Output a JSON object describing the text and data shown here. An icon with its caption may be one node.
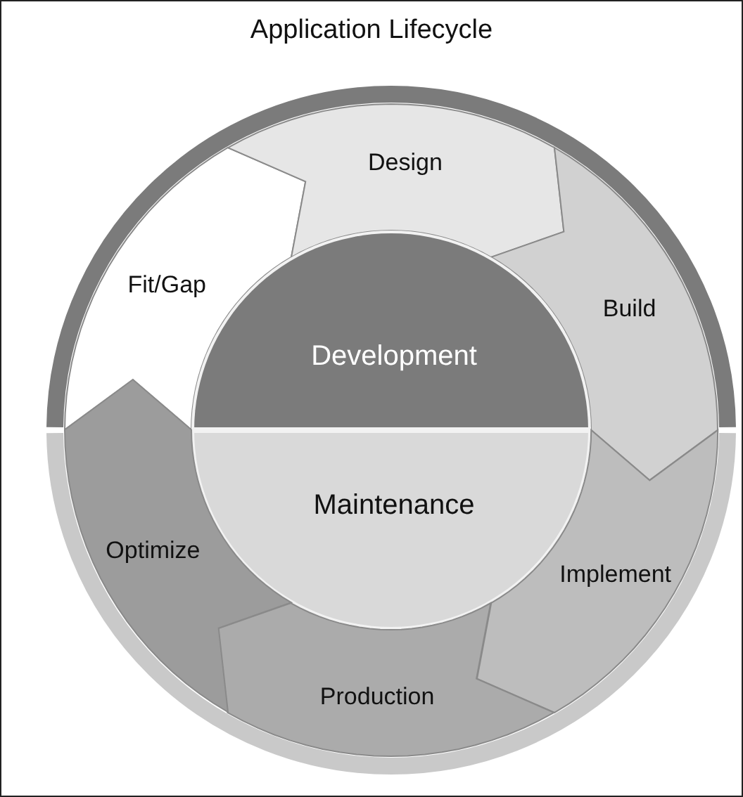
{
  "diagram": {
    "title": "Application Lifecycle",
    "nodes": [
      {
        "text": [
          "Fit/Gap"
        ]
      },
      {
        "text": [
          "Design"
        ]
      },
      {
        "text": [
          "Build"
        ]
      },
      {
        "text": [
          "Development"
        ]
      },
      {
        "text": [
          "Maintenance"
        ]
      },
      {
        "text": [
          "Implement"
        ]
      },
      {
        "text": [
          "Production"
        ]
      },
      {
        "text": [
          "Optimize"
        ]
      }
    ]
  }
}
